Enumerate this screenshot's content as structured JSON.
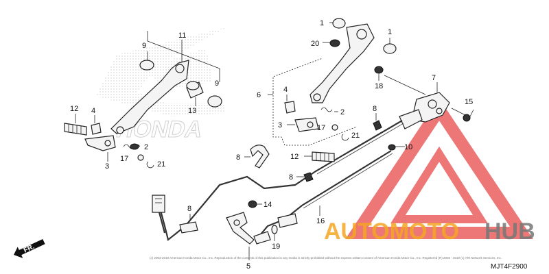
{
  "diagram": {
    "callouts": {
      "c1a": "1",
      "c1b": "1",
      "c2a": "2",
      "c2b": "2",
      "c3a": "3",
      "c3b": "3",
      "c4a": "4",
      "c4b": "4",
      "c5": "5",
      "c6": "6",
      "c7": "7",
      "c8a": "8",
      "c8b": "8",
      "c8c": "8",
      "c8d": "8",
      "c9a": "9",
      "c9b": "9",
      "c10": "10",
      "c11": "11",
      "c12a": "12",
      "c12b": "12",
      "c13": "13",
      "c14": "14",
      "c15": "15",
      "c16": "16",
      "c17a": "17",
      "c17b": "17",
      "c18": "18",
      "c19": "19",
      "c20": "20",
      "c21a": "21",
      "c21b": "21"
    },
    "direction_label": "FR.",
    "diagram_code": "MJT4F2900",
    "copyright": "(c) 2003-2019 American Honda Motor Co., Inc. Reproduction of the contents of this publication in any media is strictly prohibited without the express written consent of American Honda Motor Co., Inc. Registered (R) 2003 - 2019 (c) ARI Network Services, Inc.",
    "background_logo": "HONDA"
  },
  "watermark": {
    "text_orange": "AUTOMOTO",
    "text_gray": "HUB",
    "color_orange": "#f5a623",
    "color_gray": "#777777",
    "color_red": "#e84a4a"
  }
}
